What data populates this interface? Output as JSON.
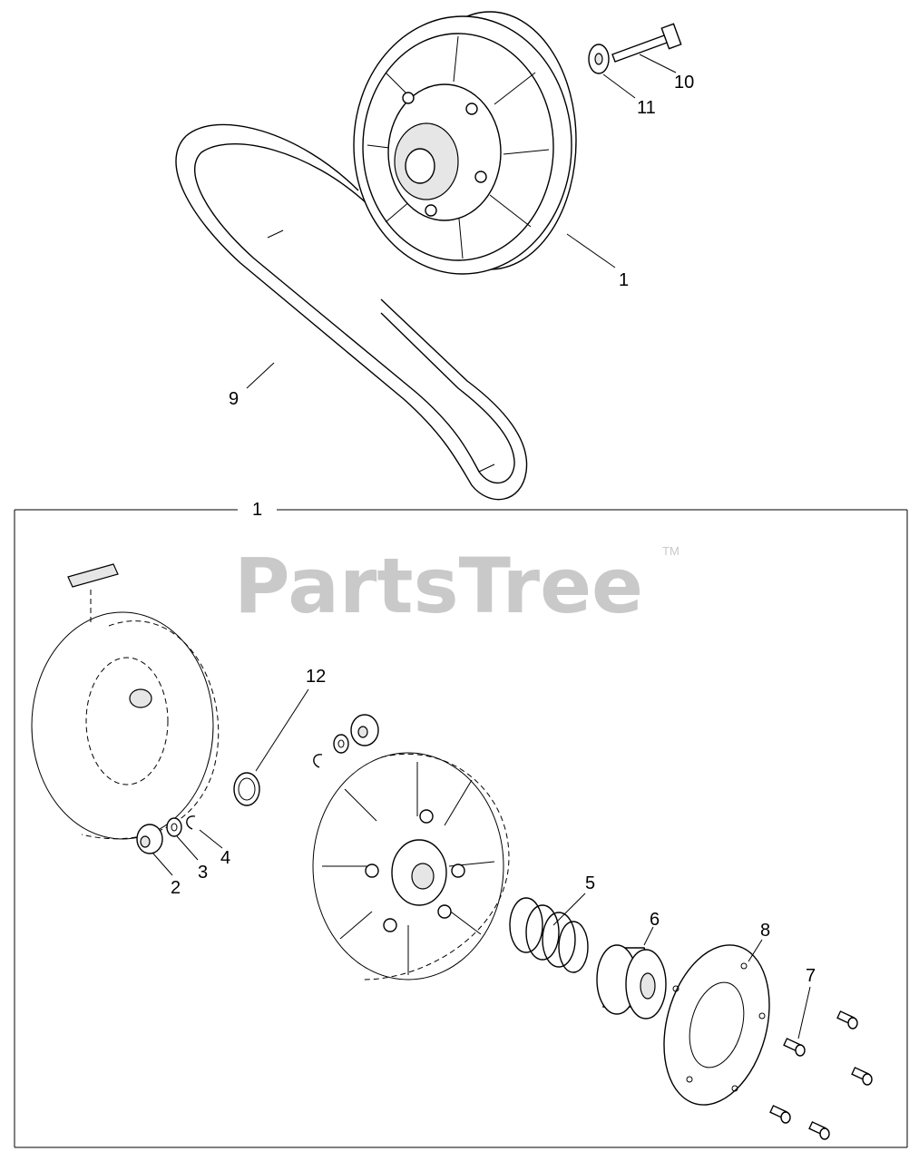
{
  "watermark": {
    "brand": "PartsTree",
    "trademark": "TM"
  },
  "callouts": {
    "c1_top": "1",
    "c1_box": "1",
    "c2": "2",
    "c3": "3",
    "c4": "4",
    "c5": "5",
    "c6": "6",
    "c7": "7",
    "c8": "8",
    "c9": "9",
    "c10": "10",
    "c11": "11",
    "c12": "12"
  }
}
